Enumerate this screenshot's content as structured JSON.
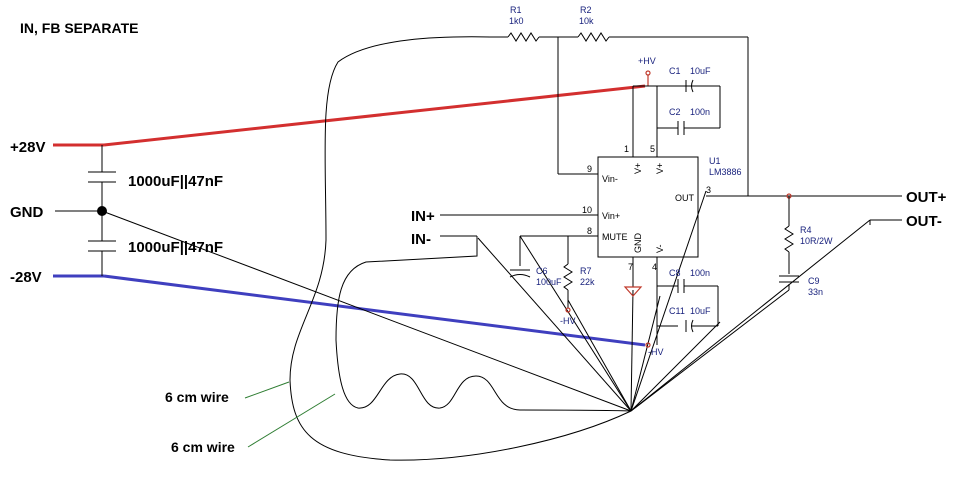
{
  "title": "IN, FB SEPARATE",
  "rails": {
    "pos": "+28V",
    "gnd": "GND",
    "neg": "-28V",
    "cap_top": "1000uF||47nF",
    "cap_bottom": "1000uF||47nF"
  },
  "inputs": {
    "in_plus": "IN+",
    "in_minus": "IN-"
  },
  "outputs": {
    "out_plus": "OUT+",
    "out_minus": "OUT-"
  },
  "wires": {
    "wire1": "6 cm wire",
    "wire2": "6 cm wire"
  },
  "components": {
    "r1_ref": "R1",
    "r1_val": "1k0",
    "r2_ref": "R2",
    "r2_val": "10k",
    "c1_ref": "C1",
    "c1_val": "10uF",
    "c2_ref": "C2",
    "c2_val": "100n",
    "c6_ref": "C6",
    "c6_val": "100uF",
    "r7_ref": "R7",
    "r7_val": "22k",
    "c8_ref": "C8",
    "c8_val": "100n",
    "c11_ref": "C11",
    "c11_val": "10uF",
    "r4_ref": "R4",
    "r4_val": "10R/2W",
    "c9_ref": "C9",
    "c9_val": "33n",
    "u1_ref": "U1",
    "u1_val": "LM3886",
    "hv_pos": "+HV",
    "hv_neg": "-HV",
    "hv_neg2": "-HV"
  },
  "ic": {
    "vin_minus": "Vin-",
    "vin_plus": "Vin+",
    "mute": "MUTE",
    "out": "OUT",
    "gnd": "GND",
    "vplus": "V+",
    "vplus2": "V+",
    "vminus": "V-"
  },
  "pins": {
    "p1": "1",
    "p5": "5",
    "p9": "9",
    "p10": "10",
    "p8": "8",
    "p3": "3",
    "p7": "7",
    "p4": "4"
  }
}
